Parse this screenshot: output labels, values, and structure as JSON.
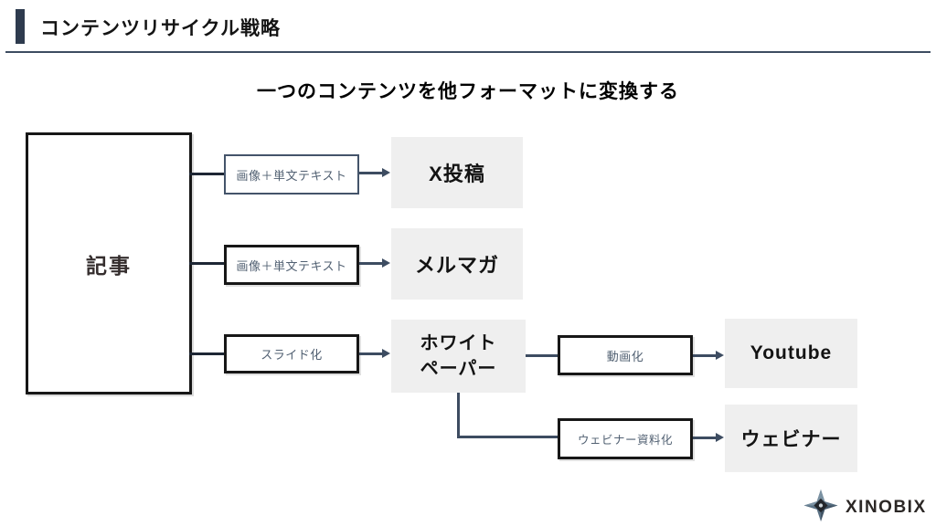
{
  "header": {
    "title": "コンテンツリサイクル戦略"
  },
  "subtitle": "一つのコンテンツを他フォーマットに変換する",
  "diagram": {
    "source_label": "記事",
    "rows": [
      {
        "transform_label": "画像＋単文テキスト",
        "output_label": "X投稿"
      },
      {
        "transform_label": "画像＋単文テキスト",
        "output_label": "メルマガ"
      },
      {
        "transform_label": "スライド化",
        "output_label": "ホワイトペーパー",
        "output_lines": [
          "ホワイト",
          "ペーパー"
        ]
      }
    ],
    "branches": [
      {
        "transform_label": "動画化",
        "output_label": "Youtube"
      },
      {
        "transform_label": "ウェビナー資料化",
        "output_label": "ウェビナー"
      }
    ]
  },
  "logo": {
    "text": "XINOBIX",
    "icon": "four-point-star-icon"
  },
  "colors": {
    "accent_bar": "#2e3b4e",
    "connector": "#3d4c61",
    "node_fill": "#efefef",
    "dark_border": "#171717",
    "slate_border": "#44546a",
    "transform_text": "#516072"
  }
}
